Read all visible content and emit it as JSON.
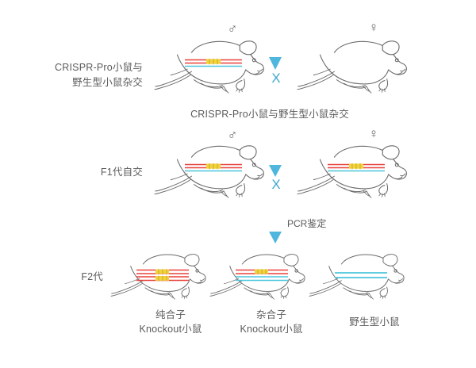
{
  "diagram": {
    "title_present": false,
    "background_color": "#ffffff",
    "text_color": "#5b5b5d",
    "accent_color": "#2f9fd0",
    "colors": {
      "mutant_allele_line": "#e8403a",
      "wildtype_allele_line": "#4cc6dd",
      "insert_marker": "#f2d33c",
      "arrow_blue": "#2f9fd0",
      "cross_blue": "#3fa8cf",
      "mouse_outline": "#6b6b6d"
    },
    "rows": [
      {
        "id": "row-p0",
        "label": "CRISPR-Pro小鼠与\n野生型小鼠杂交",
        "caption": "CRISPR-Pro小鼠与野生型小鼠杂交",
        "cross_symbol": "X",
        "left_parent": {
          "name": "crispr-pro-mouse",
          "gender": "♂",
          "gender_name": "male",
          "genotype": "crispr-pro",
          "alleles": [
            "mutant",
            "mutant",
            "wildtype"
          ]
        },
        "right_parent": {
          "name": "wildtype-mouse",
          "gender": "♀",
          "gender_name": "female",
          "genotype": "wildtype",
          "alleles": []
        }
      },
      {
        "id": "row-f1",
        "label": "F1代自交",
        "caption": "",
        "cross_symbol": "X",
        "left_parent": {
          "name": "f1-mouse-male",
          "gender": "♂",
          "gender_name": "male",
          "genotype": "heterozygote",
          "alleles": [
            "mutant",
            "mutant",
            "wildtype"
          ]
        },
        "right_parent": {
          "name": "f1-mouse-female",
          "gender": "♀",
          "gender_name": "female",
          "genotype": "heterozygote",
          "alleles": [
            "mutant",
            "mutant",
            "wildtype"
          ]
        }
      }
    ],
    "pcr_step": {
      "label": "PCR鉴定",
      "arrow_name": "pcr-arrow"
    },
    "f2": {
      "label": "F2代",
      "offspring": [
        {
          "name": "homozygous-knockout-mouse",
          "label": "纯合子\nKnockout小鼠",
          "genotype": "homozygous-knockout",
          "allele_lines": [
            "mutant",
            "mutant"
          ],
          "has_insert_marker": true
        },
        {
          "name": "heterozygous-knockout-mouse",
          "label": "杂合子\nKnockout小鼠",
          "genotype": "heterozygous-knockout",
          "allele_lines": [
            "mutant",
            "wildtype"
          ],
          "has_insert_marker": true
        },
        {
          "name": "wildtype-mouse",
          "label": "野生型小鼠",
          "genotype": "wildtype",
          "allele_lines": [
            "wildtype",
            "wildtype"
          ],
          "has_insert_marker": false
        }
      ]
    }
  }
}
